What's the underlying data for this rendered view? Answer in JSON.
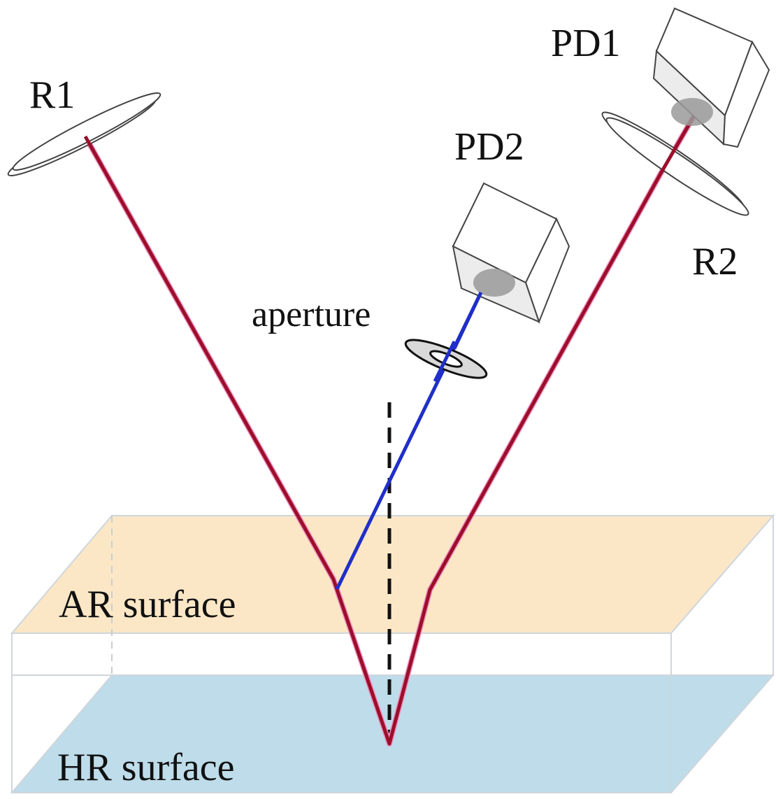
{
  "labels": {
    "r1": "R1",
    "r2": "R2",
    "pd1": "PD1",
    "pd2": "PD2",
    "aperture": "aperture",
    "ar_surface": "AR surface",
    "hr_surface": "HR surface"
  },
  "colors": {
    "ar_surface": "#fbe7c6",
    "hr_surface": "#bedce9",
    "main_beam": "#9b0f2a",
    "beam_halo": "#f08cc0",
    "reflected_beam": "#1f2fc8",
    "normal_line": "#111111",
    "outline": "#c9ced3",
    "component_outline": "#444444",
    "detector_spot": "#9a9a9a"
  }
}
